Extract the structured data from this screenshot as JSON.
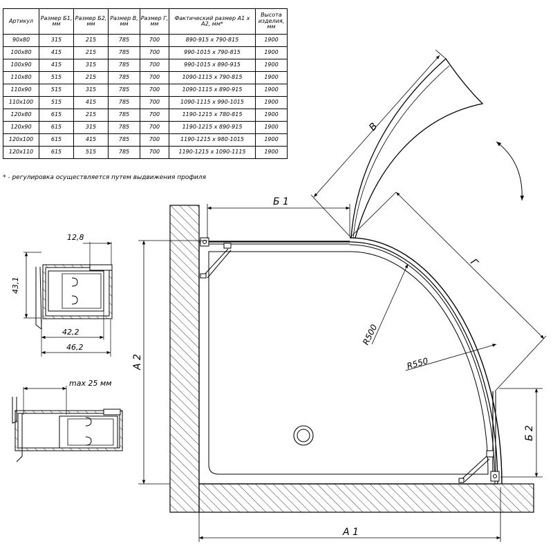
{
  "table": {
    "headers": [
      "Артикул",
      "Размер Б1, мм",
      "Размер Б2, мм",
      "Размер В, мм",
      "Размер Г, мм",
      "Фактический размер А1 х А2, мм*",
      "Высота изделия, мм"
    ],
    "rows": [
      [
        "90х80",
        "315",
        "215",
        "785",
        "700",
        "890-915 х 790-815",
        "1900"
      ],
      [
        "100х80",
        "415",
        "215",
        "785",
        "700",
        "990-1015 х 790-815",
        "1900"
      ],
      [
        "100х90",
        "415",
        "315",
        "785",
        "700",
        "990-1015 х 890-915",
        "1900"
      ],
      [
        "110х80",
        "515",
        "215",
        "785",
        "700",
        "1090-1115 х 790-815",
        "1900"
      ],
      [
        "110х90",
        "515",
        "315",
        "785",
        "700",
        "1090-1115 х 890-915",
        "1900"
      ],
      [
        "110х100",
        "515",
        "415",
        "785",
        "700",
        "1090-1115 х 990-1015",
        "1900"
      ],
      [
        "120х80",
        "615",
        "215",
        "785",
        "700",
        "1190-1215 х 780-815",
        "1900"
      ],
      [
        "120х90",
        "615",
        "315",
        "785",
        "700",
        "1190-1215 х 890-915",
        "1900"
      ],
      [
        "120х100",
        "615",
        "415",
        "785",
        "700",
        "1190-1215 х 980-1015",
        "1900"
      ],
      [
        "120х110",
        "615",
        "515",
        "785",
        "700",
        "1190-1215 х 1090-1115",
        "1900"
      ]
    ]
  },
  "footnote": "* - регулировка осуществляется путем выдвижения профиля",
  "labels": {
    "b1": "Б 1",
    "b2": "Б 2",
    "v": "В",
    "g": "Г",
    "a1": "А 1",
    "a2": "А 2",
    "r500": "R500",
    "r550": "R550",
    "p1_width": "12,8",
    "p1_height": "43,1",
    "p1_inner": "42,2",
    "p1_outer": "46,2",
    "p2_max": "max 25 мм"
  }
}
